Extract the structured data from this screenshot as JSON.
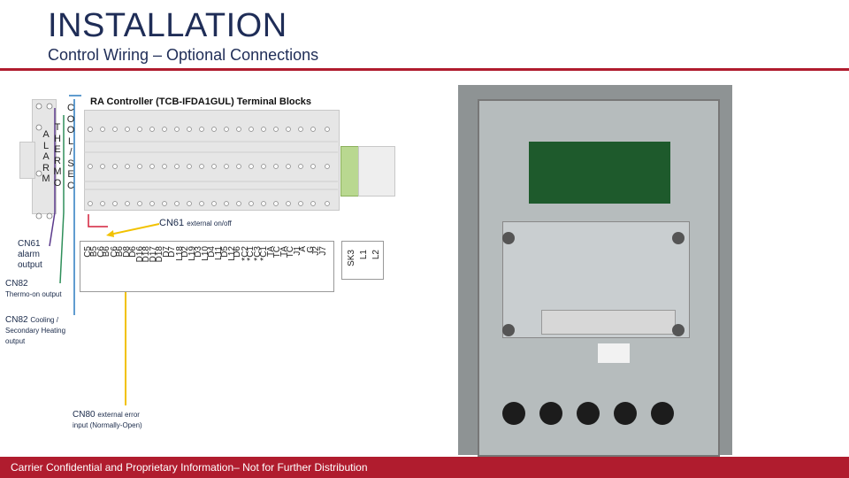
{
  "header": {
    "title": "INSTALLATION",
    "subtitle": "Control Wiring – Optional Connections"
  },
  "terminal_blocks": {
    "title": "RA Controller (TCB-IFDA1GUL) Terminal Blocks",
    "alarm_letters": [
      "A",
      "L",
      "A",
      "R",
      "M"
    ],
    "thermo_letters": [
      "T",
      "H",
      "E",
      "R",
      "M",
      "O"
    ],
    "coolheat_letters": [
      "C",
      "O",
      "O",
      "L",
      "/",
      "S",
      "E",
      "C"
    ]
  },
  "callouts": {
    "cn61_onoff": "CN61",
    "cn61_onoff_sub": "external on/off",
    "cn61_alarm": [
      "CN61",
      "alarm",
      "output"
    ],
    "cn82_thermo": "CN82",
    "cn82_thermo_sub": "Thermo-on output",
    "cn82_cool": "CN82",
    "cn82_cool_sub": [
      "Cooling /",
      "Secondary Heating",
      "output"
    ],
    "cn80": "CN80",
    "cn80_sub": [
      "external error",
      "input (Normally-Open)"
    ]
  },
  "lower_terminals": [
    "C5",
    "B5",
    "C6",
    "B6",
    "C6",
    "B6",
    "D8",
    "D6",
    "D16",
    "D18",
    "D17",
    "D18",
    "D7",
    "D7",
    "L18",
    "D2",
    "L19",
    "D3",
    "L10",
    "D4",
    "L11",
    "D5",
    "L12",
    "D6",
    "*C2",
    "*C1",
    "*C3",
    "*C1",
    "TA",
    "TC",
    "TA",
    "TC",
    "J1",
    "A",
    "G",
    "J2",
    "J7"
  ],
  "right_terminals": [
    "SK3",
    "L1",
    "L2"
  ],
  "footer": {
    "text": "Carrier Confidential and Proprietary Information– Not for Further Distribution"
  },
  "colors": {
    "accent": "#b01c2e",
    "title": "#1f2d57",
    "purple_wire": "#5b3a8c",
    "green_wire": "#2f8f5a",
    "blue_wire": "#2b7bbf",
    "yellow_wire": "#f2c200",
    "red_box": "#d4213c"
  }
}
